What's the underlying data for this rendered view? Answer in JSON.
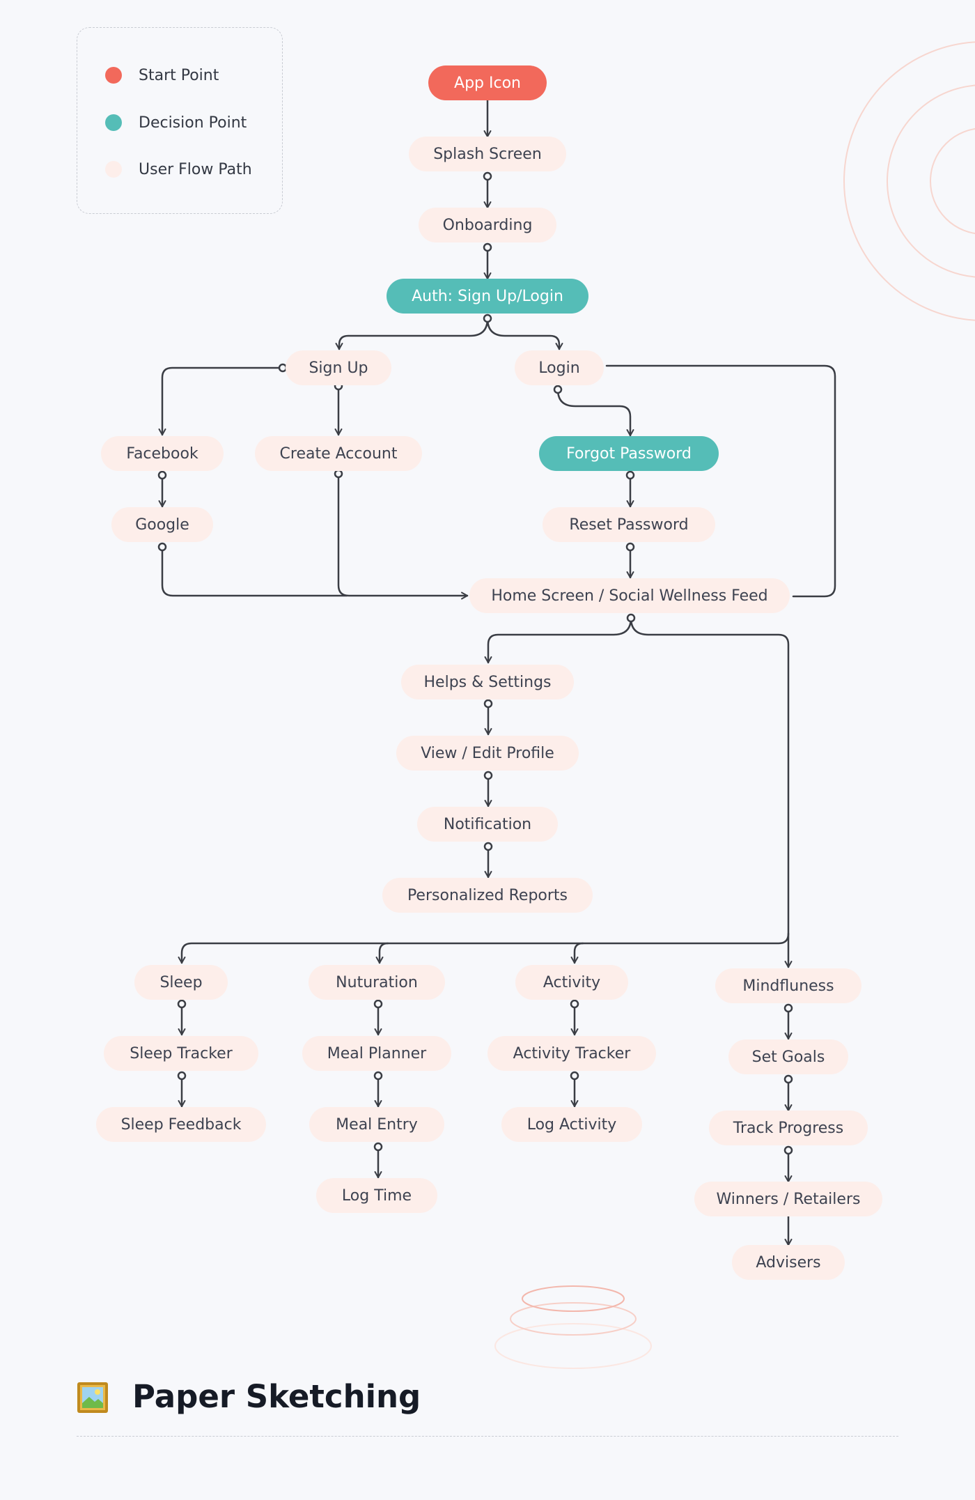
{
  "legend": {
    "items": [
      {
        "label": "Start Point",
        "color": "#f2695b"
      },
      {
        "label": "Decision Point",
        "color": "#55bdb7"
      },
      {
        "label": "User Flow Path",
        "color": "#fdeeea"
      }
    ]
  },
  "nodes": {
    "app_icon": "App Icon",
    "splash_screen": "Splash Screen",
    "onboarding": "Onboarding",
    "auth": "Auth: Sign Up/Login",
    "sign_up": "Sign Up",
    "login": "Login",
    "facebook": "Facebook",
    "create_account": "Create Account",
    "forgot_password": "Forgot Password",
    "google": "Google",
    "reset_password": "Reset Password",
    "home_screen": "Home Screen / Social Wellness Feed",
    "helps_settings": "Helps & Settings",
    "view_edit_profile": "View / Edit Profile",
    "notification": "Notification",
    "personalized_reports": "Personalized Reports",
    "sleep": "Sleep",
    "sleep_tracker": "Sleep Tracker",
    "sleep_feedback": "Sleep Feedback",
    "nuturation": "Nuturation",
    "meal_planner": "Meal Planner",
    "meal_entry": "Meal Entry",
    "log_time": "Log  Time",
    "activity": "Activity",
    "activity_tracker": "Activity Tracker",
    "log_activity": "Log Activity",
    "mindfluness": "Mindfluness",
    "set_goals": "Set Goals",
    "track_progress": "Track Progress",
    "winners_retailers": "Winners / Retailers",
    "advisers": "Advisers"
  },
  "footer": {
    "title": "Paper Sketching",
    "icon": "framed-picture-icon"
  },
  "colors": {
    "start": "#f2695b",
    "decision": "#55bdb7",
    "flow": "#fdeeea",
    "connector": "#3a3d44",
    "decor": "#f6c9c0",
    "background": "#f7f8fb"
  }
}
